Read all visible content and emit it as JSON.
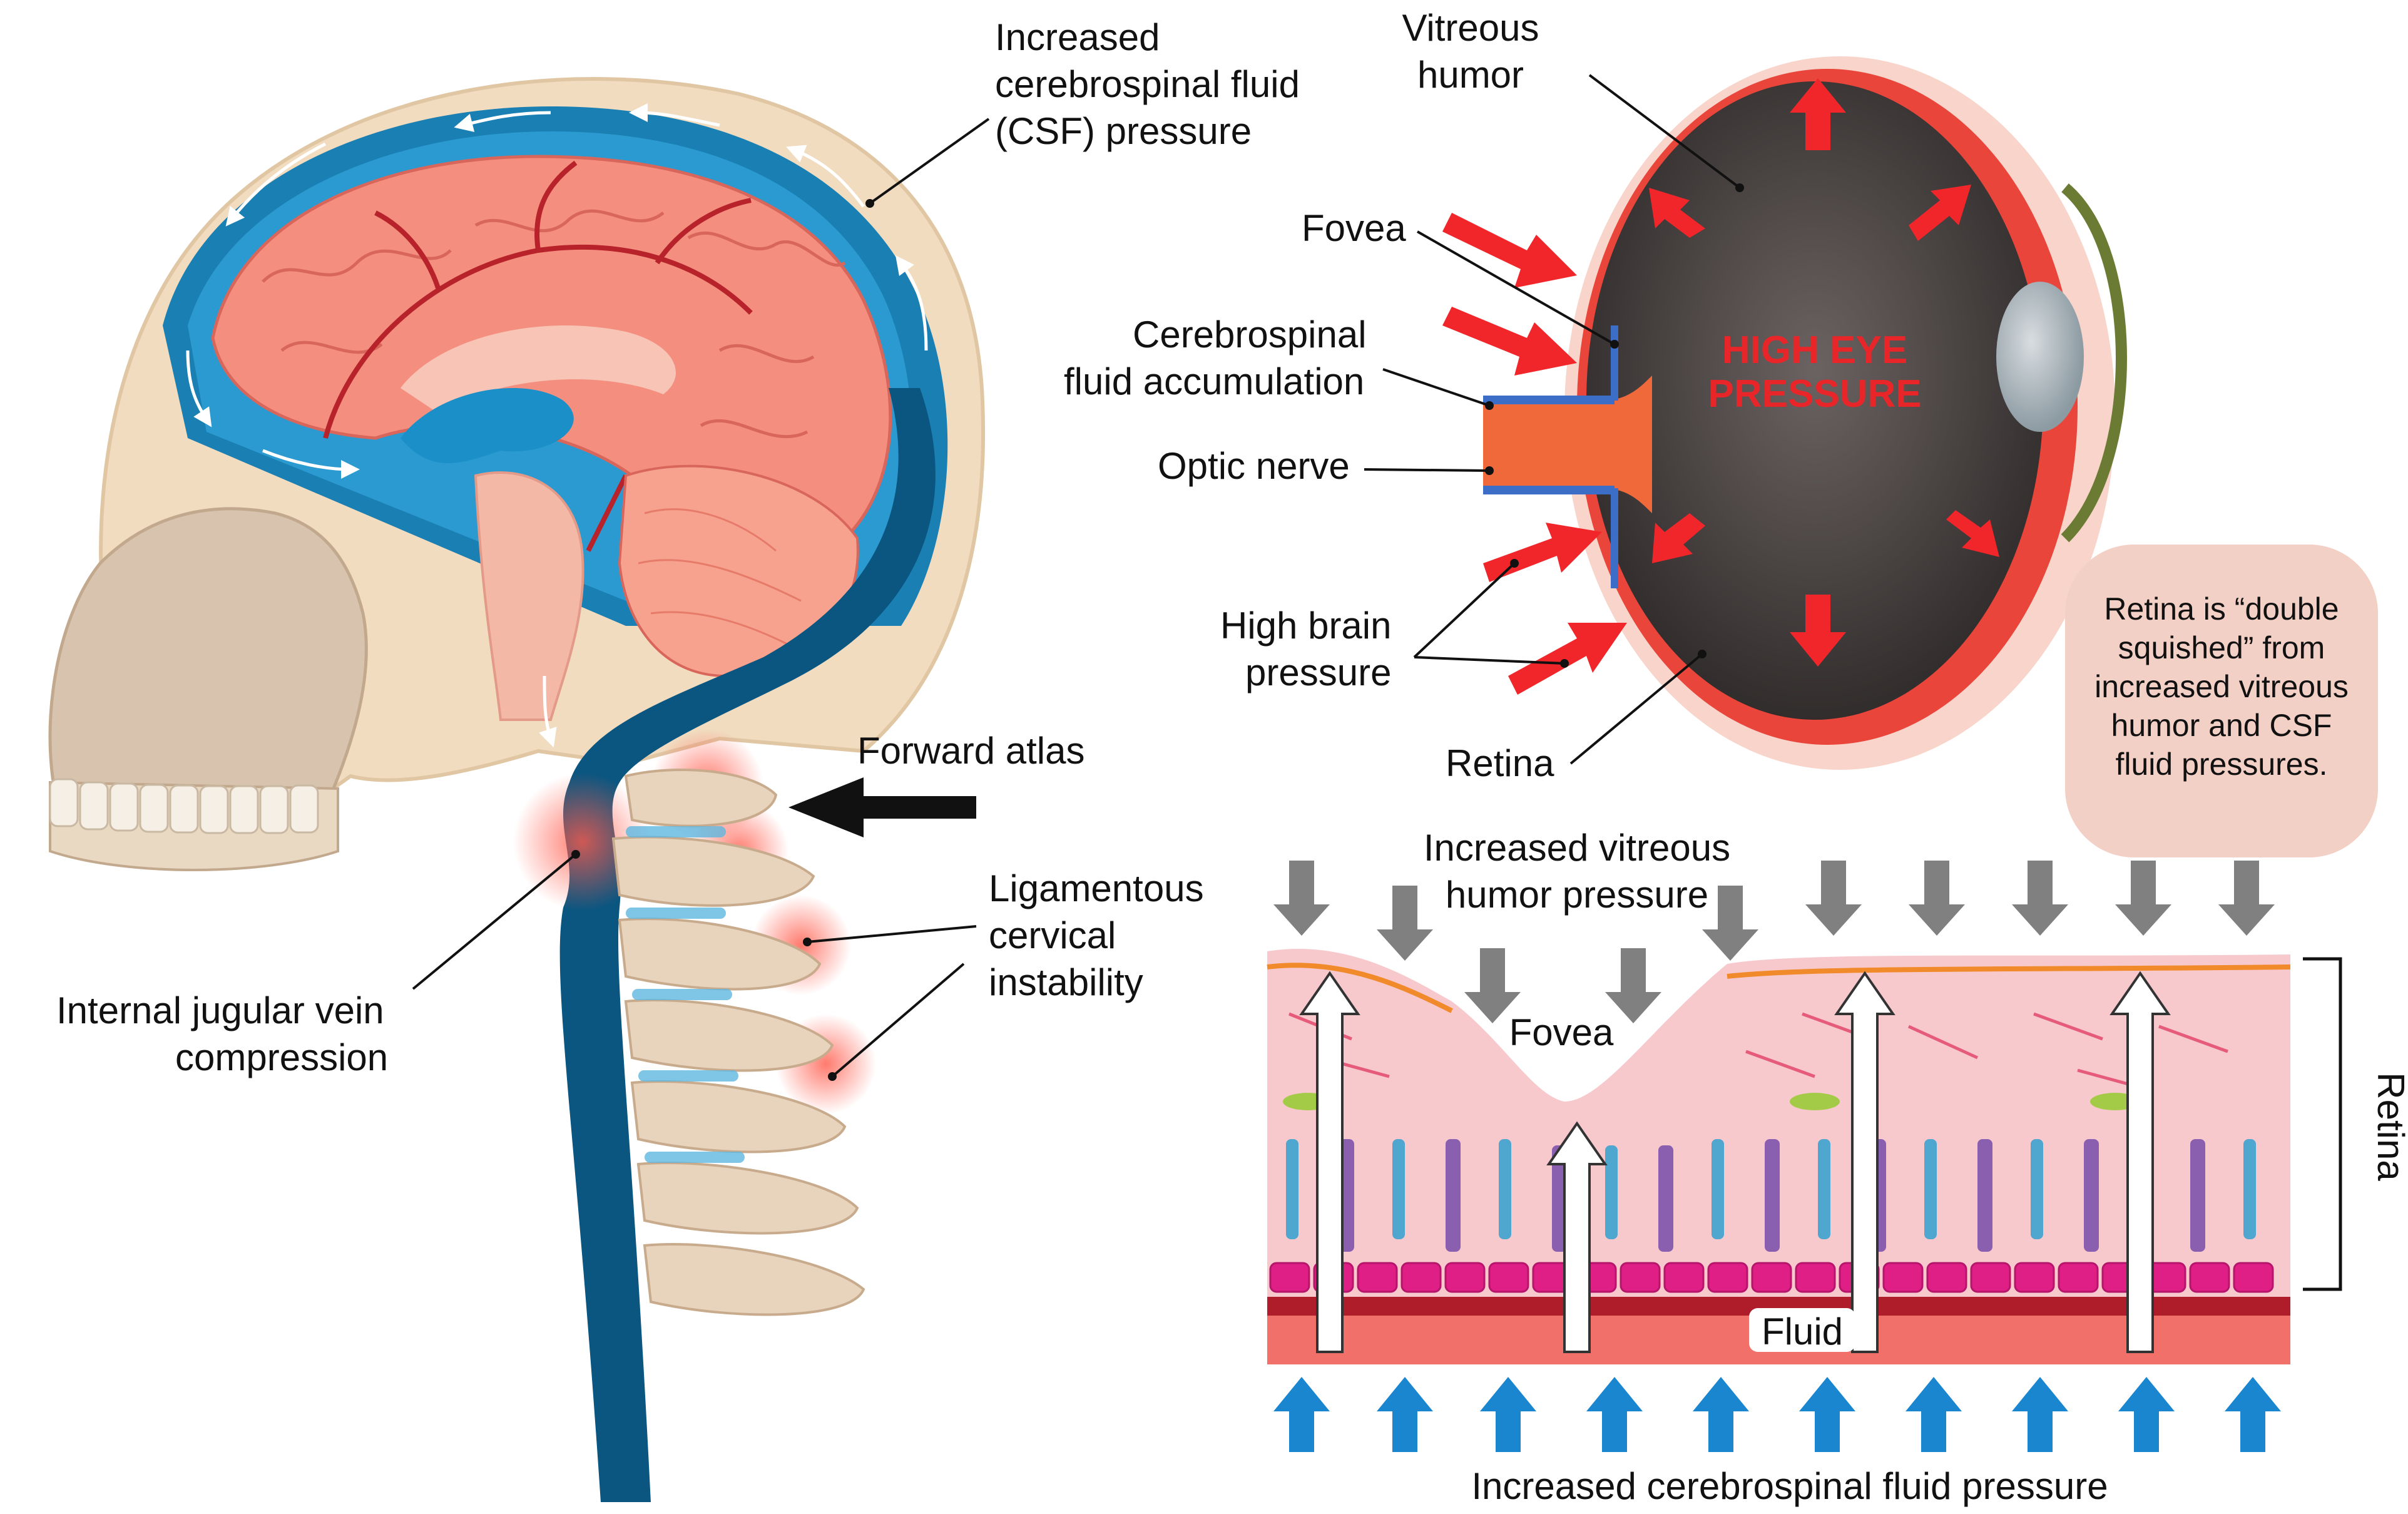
{
  "labels": {
    "csf_pressure": [
      "Increased",
      "cerebrospinal fluid",
      "(CSF) pressure"
    ],
    "forward_atlas": "Forward atlas",
    "ligamentous": [
      "Ligamentous",
      "cervical",
      "instability"
    ],
    "jugular": [
      "Internal jugular vein",
      "compression"
    ],
    "vitreous": [
      "Vitreous",
      "humor"
    ],
    "fovea_eye": "Fovea",
    "csf_accumulation": [
      "Cerebrospinal",
      "fluid accumulation"
    ],
    "optic_nerve": "Optic nerve",
    "high_brain": [
      "High brain",
      "pressure"
    ],
    "retina_eye": "Retina",
    "high_eye_pressure": [
      "HIGH EYE",
      "PRESSURE"
    ],
    "callout": [
      "Retina is “double",
      "squished” from",
      "increased vitreous",
      "humor and CSF",
      "fluid pressures."
    ],
    "vitreous_pressure": [
      "Increased vitreous",
      "humor pressure"
    ],
    "fovea_retina": "Fovea",
    "fluid": "Fluid",
    "retina_bracket": "Retina",
    "csf_bottom": "Increased cerebrospinal fluid pressure"
  },
  "colors": {
    "skull": "#f1dcc0",
    "brain": "#f48f7f",
    "csf_blue": "#1b8fc4",
    "dark_vein": "#0b5680",
    "bone": "#e8d3bd",
    "eye_dark": "#4a4442",
    "red_arrow": "#f0262a",
    "gray_arrow": "#808080",
    "blue_arrow": "#1a86d0",
    "callout_bg": "#f3d0c6",
    "retina_pink": "#f8c9cc",
    "rpe_magenta": "#e01f86"
  }
}
